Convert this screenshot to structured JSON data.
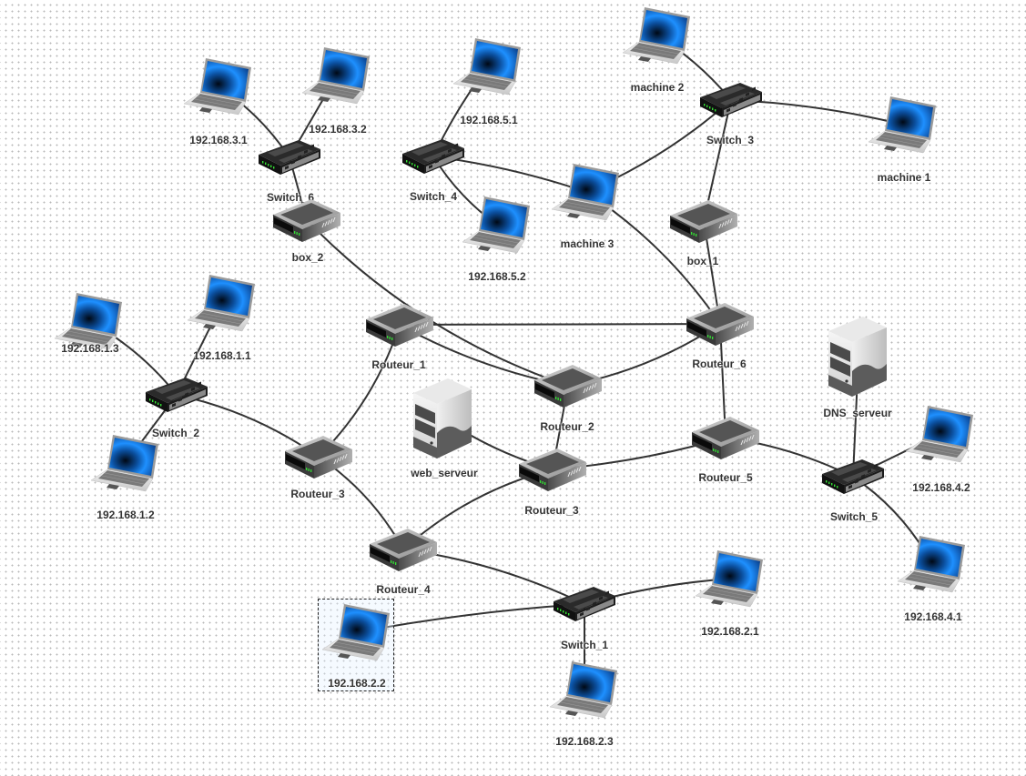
{
  "diagram": {
    "type": "network-topology",
    "colors": {
      "edge": "#333333",
      "label": "#333333",
      "grid_dot": "#b9b9b9",
      "screen_blue": "#1e88e5",
      "led_green": "#33dd33"
    },
    "nodes": [
      {
        "id": "pc_3_1",
        "kind": "laptop",
        "label": "192.168.3.1",
        "icon": "laptop-icon"
      },
      {
        "id": "pc_3_2",
        "kind": "laptop",
        "label": "192.168.3.2",
        "icon": "laptop-icon"
      },
      {
        "id": "sw6",
        "kind": "switch",
        "label": "Switch_6",
        "icon": "switch-icon"
      },
      {
        "id": "box2",
        "kind": "router",
        "label": "box_2",
        "icon": "router-icon"
      },
      {
        "id": "pc_5_1",
        "kind": "laptop",
        "label": "192.168.5.1",
        "icon": "laptop-icon"
      },
      {
        "id": "sw4",
        "kind": "switch",
        "label": "Switch_4",
        "icon": "switch-icon"
      },
      {
        "id": "pc_5_2",
        "kind": "laptop",
        "label": "192.168.5.2",
        "icon": "laptop-icon"
      },
      {
        "id": "m3",
        "kind": "laptop",
        "label": "machine 3",
        "icon": "laptop-icon"
      },
      {
        "id": "m2",
        "kind": "laptop",
        "label": "machine 2",
        "icon": "laptop-icon"
      },
      {
        "id": "sw3",
        "kind": "switch",
        "label": "Switch_3",
        "icon": "switch-icon"
      },
      {
        "id": "m1",
        "kind": "laptop",
        "label": "machine 1",
        "icon": "laptop-icon"
      },
      {
        "id": "box1",
        "kind": "router",
        "label": "box_1",
        "icon": "router-icon"
      },
      {
        "id": "pc_1_3",
        "kind": "laptop",
        "label": "192.168.1.3",
        "icon": "laptop-icon"
      },
      {
        "id": "pc_1_1",
        "kind": "laptop",
        "label": "192.168.1.1",
        "icon": "laptop-icon"
      },
      {
        "id": "sw2",
        "kind": "switch",
        "label": "Switch_2",
        "icon": "switch-icon"
      },
      {
        "id": "pc_1_2",
        "kind": "laptop",
        "label": "192.168.1.2",
        "icon": "laptop-icon"
      },
      {
        "id": "r1",
        "kind": "router",
        "label": "Routeur_1",
        "icon": "router-icon"
      },
      {
        "id": "r6",
        "kind": "router",
        "label": "Routeur_6",
        "icon": "router-icon"
      },
      {
        "id": "r2",
        "kind": "router",
        "label": "Routeur_2",
        "icon": "router-icon"
      },
      {
        "id": "web",
        "kind": "server",
        "label": "web_serveur",
        "icon": "server-icon"
      },
      {
        "id": "dns",
        "kind": "server",
        "label": "DNS_serveur",
        "icon": "server-icon"
      },
      {
        "id": "r3a",
        "kind": "router",
        "label": "Routeur_3",
        "icon": "router-icon"
      },
      {
        "id": "r3b",
        "kind": "router",
        "label": "Routeur_3",
        "icon": "router-icon"
      },
      {
        "id": "r5",
        "kind": "router",
        "label": "Routeur_5",
        "icon": "router-icon"
      },
      {
        "id": "sw5",
        "kind": "switch",
        "label": "Switch_5",
        "icon": "switch-icon"
      },
      {
        "id": "pc_4_2",
        "kind": "laptop",
        "label": "192.168.4.2",
        "icon": "laptop-icon"
      },
      {
        "id": "pc_4_1",
        "kind": "laptop",
        "label": "192.168.4.1",
        "icon": "laptop-icon"
      },
      {
        "id": "r4",
        "kind": "router",
        "label": "Routeur_4",
        "icon": "router-icon"
      },
      {
        "id": "sw1",
        "kind": "switch",
        "label": "Switch_1",
        "icon": "switch-icon"
      },
      {
        "id": "pc_2_1",
        "kind": "laptop",
        "label": "192.168.2.1",
        "icon": "laptop-icon"
      },
      {
        "id": "pc_2_2",
        "kind": "laptop",
        "label": "192.168.2.2",
        "icon": "laptop-icon",
        "selected": true
      },
      {
        "id": "pc_2_3",
        "kind": "laptop",
        "label": "192.168.2.3",
        "icon": "laptop-icon"
      }
    ],
    "edges": [
      [
        "pc_3_1",
        "sw6"
      ],
      [
        "pc_3_2",
        "sw6"
      ],
      [
        "sw6",
        "box2"
      ],
      [
        "box2",
        "r2"
      ],
      [
        "pc_5_1",
        "sw4"
      ],
      [
        "sw4",
        "pc_5_2"
      ],
      [
        "sw4",
        "m3"
      ],
      [
        "m3",
        "sw3"
      ],
      [
        "m3",
        "r6"
      ],
      [
        "m2",
        "sw3"
      ],
      [
        "sw3",
        "m1"
      ],
      [
        "sw3",
        "box1"
      ],
      [
        "box1",
        "r6"
      ],
      [
        "pc_1_3",
        "sw2"
      ],
      [
        "pc_1_1",
        "sw2"
      ],
      [
        "pc_1_2",
        "sw2"
      ],
      [
        "sw2",
        "r3a"
      ],
      [
        "r3a",
        "r1"
      ],
      [
        "r3a",
        "r4"
      ],
      [
        "r1",
        "r6"
      ],
      [
        "r1",
        "r2"
      ],
      [
        "r2",
        "r6"
      ],
      [
        "r2",
        "r3b"
      ],
      [
        "web",
        "r3b"
      ],
      [
        "r3b",
        "r5"
      ],
      [
        "r3b",
        "r4"
      ],
      [
        "r6",
        "r5"
      ],
      [
        "r5",
        "sw5"
      ],
      [
        "dns",
        "sw5"
      ],
      [
        "sw5",
        "pc_4_2"
      ],
      [
        "sw5",
        "pc_4_1"
      ],
      [
        "r4",
        "sw1"
      ],
      [
        "sw1",
        "pc_2_1"
      ],
      [
        "sw1",
        "pc_2_2"
      ],
      [
        "sw1",
        "pc_2_3"
      ]
    ]
  }
}
